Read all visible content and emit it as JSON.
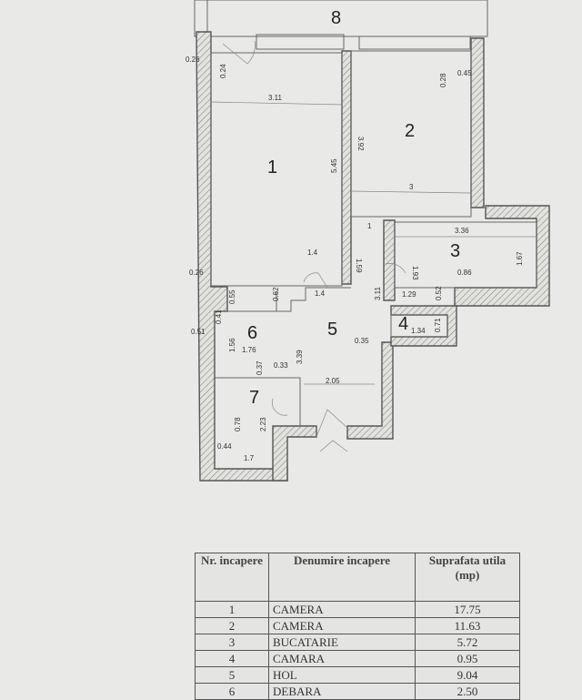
{
  "plan": {
    "rooms": [
      "1",
      "2",
      "3",
      "4",
      "5",
      "6",
      "7",
      "8"
    ],
    "dimensions": [
      "3.11",
      "5.45",
      "3.92",
      "3",
      "0.26",
      "0.24",
      "0.28",
      "0.45",
      "3.36",
      "1.67",
      "1",
      "1.59",
      "3.11",
      "1.4",
      "1.4",
      "0.62",
      "0.55",
      "0.26",
      "1.93",
      "0.86",
      "1.29",
      "0.52",
      "1.34",
      "0.71",
      "0.35",
      "0.41",
      "0.51",
      "1.56",
      "1.76",
      "0.37",
      "0.33",
      "3.39",
      "2.05",
      "0.78",
      "2.23",
      "0.44",
      "1.7"
    ]
  },
  "table": {
    "headers": [
      "Nr. incapere",
      "Denumire incapere",
      "Suprafata utila (mp)"
    ],
    "rows": [
      {
        "nr": "1",
        "name": "CAMERA",
        "area": "17.75"
      },
      {
        "nr": "2",
        "name": "CAMERA",
        "area": "11.63"
      },
      {
        "nr": "3",
        "name": "BUCATARIE",
        "area": "5.72"
      },
      {
        "nr": "4",
        "name": "CAMARA",
        "area": "0.95"
      },
      {
        "nr": "5",
        "name": "HOL",
        "area": "9.04"
      },
      {
        "nr": "6",
        "name": "DEBARA",
        "area": "2.50"
      }
    ]
  }
}
